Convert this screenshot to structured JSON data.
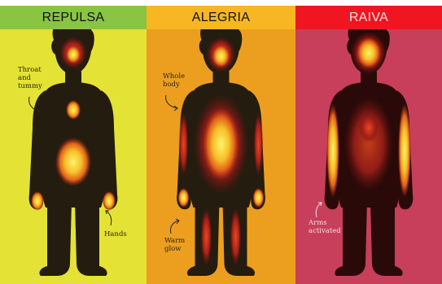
{
  "panels": [
    {
      "title": "REPULSA",
      "annotations": [
        "Throat\nand\ntummy",
        "Hands"
      ]
    },
    {
      "title": "ALEGRIA",
      "annotations": [
        "Whole\nbody",
        "Warm\nglow"
      ]
    },
    {
      "title": "RAIVA",
      "annotations": [
        "Arms\nactivated"
      ]
    }
  ],
  "colors": {
    "repulsa_bg": "#e4e335",
    "repulsa_header": "#89c442",
    "alegria_bg": "#ec9f1e",
    "alegria_header": "#f7b722",
    "raiva_bg": "#c73f5b",
    "raiva_header": "#ef1521",
    "silhouette": "#241c0f",
    "glow_core": "#fff36a",
    "glow_mid": "#f39a16",
    "glow_edge": "#b8281a"
  }
}
